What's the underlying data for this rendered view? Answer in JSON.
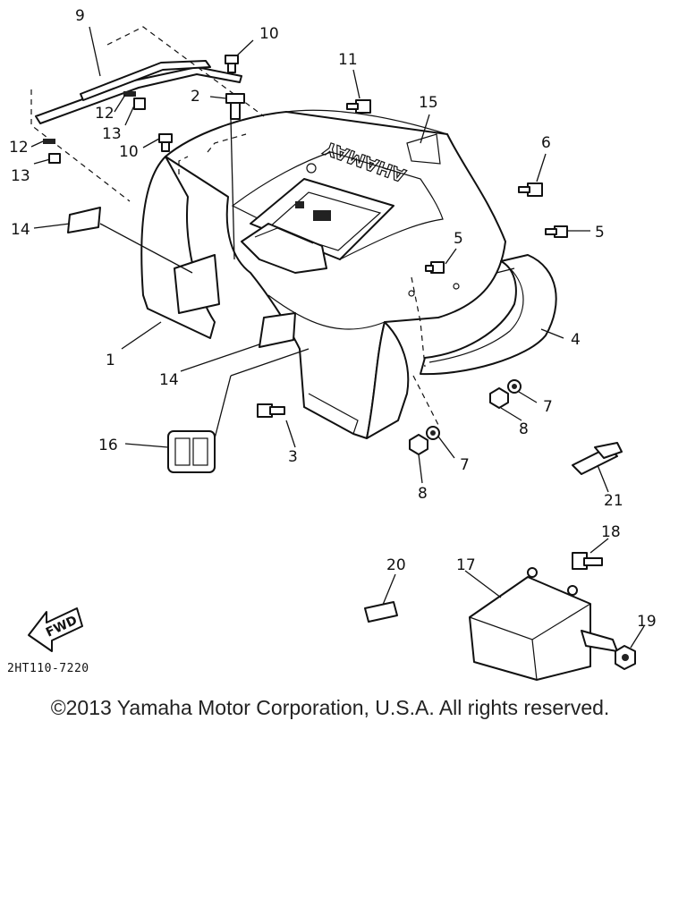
{
  "diagram": {
    "callouts": [
      {
        "id": "c1",
        "text": "1"
      },
      {
        "id": "c2",
        "text": "2"
      },
      {
        "id": "c3",
        "text": "3"
      },
      {
        "id": "c4",
        "text": "4"
      },
      {
        "id": "c5a",
        "text": "5"
      },
      {
        "id": "c5b",
        "text": "5"
      },
      {
        "id": "c6",
        "text": "6"
      },
      {
        "id": "c7a",
        "text": "7"
      },
      {
        "id": "c7b",
        "text": "7"
      },
      {
        "id": "c8a",
        "text": "8"
      },
      {
        "id": "c8b",
        "text": "8"
      },
      {
        "id": "c9",
        "text": "9"
      },
      {
        "id": "c10a",
        "text": "10"
      },
      {
        "id": "c10b",
        "text": "10"
      },
      {
        "id": "c11",
        "text": "11"
      },
      {
        "id": "c12a",
        "text": "12"
      },
      {
        "id": "c12b",
        "text": "12"
      },
      {
        "id": "c13a",
        "text": "13"
      },
      {
        "id": "c13b",
        "text": "13"
      },
      {
        "id": "c14a",
        "text": "14"
      },
      {
        "id": "c14b",
        "text": "14"
      },
      {
        "id": "c15",
        "text": "15"
      },
      {
        "id": "c16",
        "text": "16"
      },
      {
        "id": "c17",
        "text": "17"
      },
      {
        "id": "c18",
        "text": "18"
      },
      {
        "id": "c19",
        "text": "19"
      },
      {
        "id": "c20",
        "text": "20"
      },
      {
        "id": "c21",
        "text": "21"
      }
    ],
    "fender_logo": "YAMAHA",
    "fwd_label": "FWD",
    "diagram_code": "2HT110-7220"
  },
  "footer": {
    "copyright": "©2013 Yamaha Motor Corporation, U.S.A. All rights reserved."
  }
}
